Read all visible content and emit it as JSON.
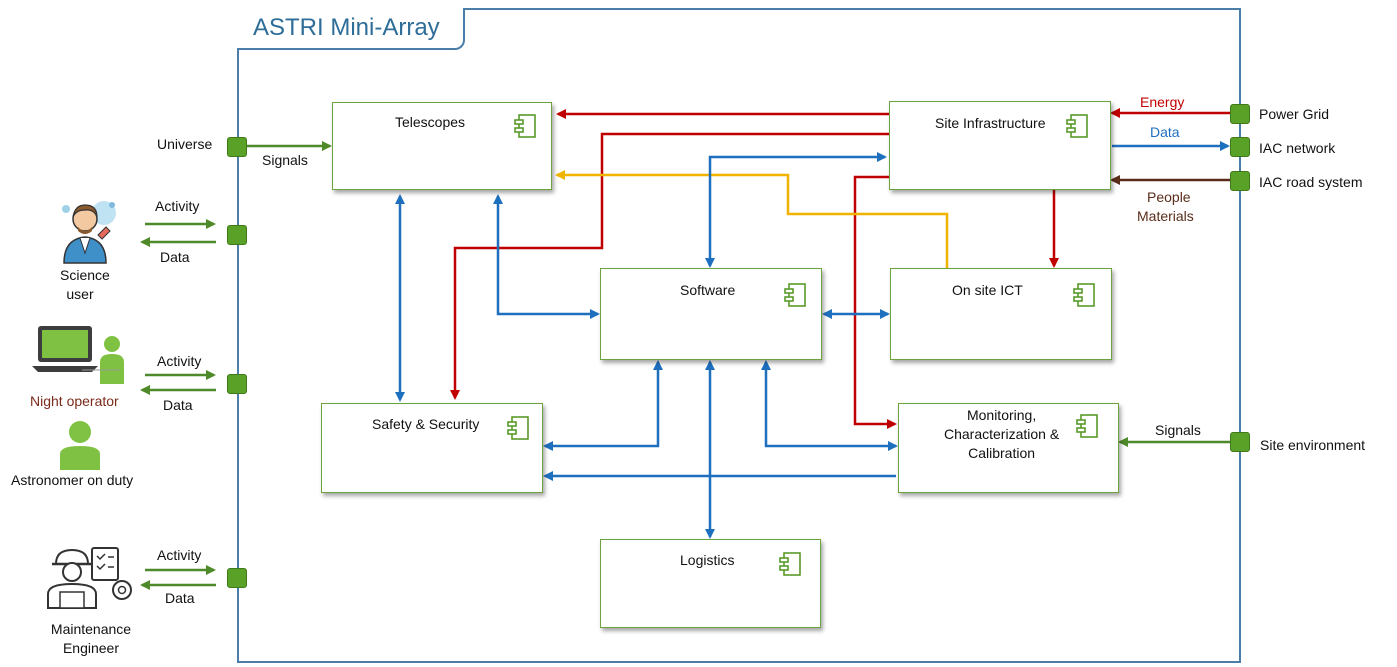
{
  "frame": {
    "title": "ASTRI Mini-Array"
  },
  "components": {
    "telescopes": "Telescopes",
    "site_infrastructure": "Site Infrastructure",
    "software": "Software",
    "on_site_ict": "On site ICT",
    "safety_security": "Safety & Security",
    "monitoring": [
      "Monitoring,",
      "Characterization &",
      "Calibration"
    ],
    "logistics": "Logistics"
  },
  "external": {
    "universe": "Universe",
    "signals_left": "Signals",
    "power_grid": "Power Grid",
    "iac_network": "IAC network",
    "iac_road": "IAC road system",
    "site_environment": "Site environment",
    "energy": "Energy",
    "data_right": "Data",
    "people": "People",
    "materials": "Materials",
    "signals_right": "Signals"
  },
  "actors": {
    "science_user": {
      "name_line1": "Science",
      "name_line2": "user",
      "out": "Activity",
      "in": "Data"
    },
    "night_operator": {
      "name": "Night operator",
      "out": "Activity",
      "in": "Data"
    },
    "astronomer": {
      "name": "Astronomer on duty"
    },
    "maintenance": {
      "name_line1": "Maintenance",
      "name_line2": "Engineer",
      "out": "Activity",
      "in": "Data"
    }
  },
  "colors": {
    "frame": "#4a7ea8",
    "green_flow": "#4f8a2a",
    "energy": "#c00000",
    "data": "#1f6fbf",
    "people": "#5a2d1a",
    "people_flow": "#e8b400"
  }
}
